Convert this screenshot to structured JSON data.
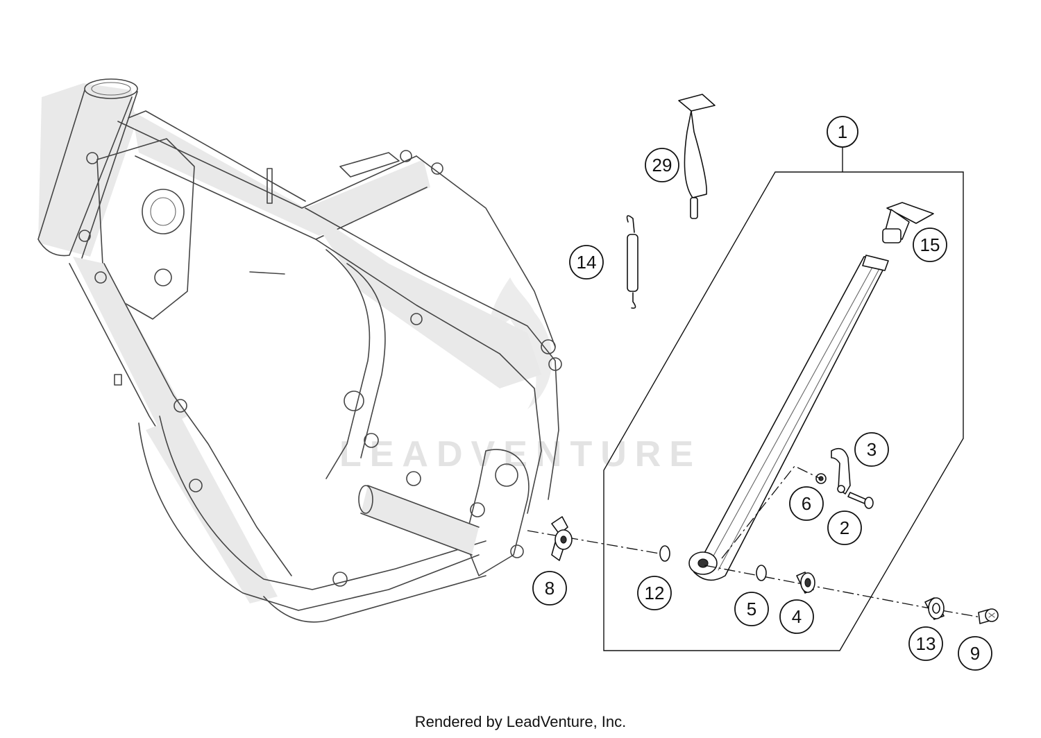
{
  "watermark": {
    "text": "LEADVENTURE"
  },
  "footer": {
    "credit": "Rendered by LeadVenture, Inc."
  },
  "callouts": {
    "c1": "1",
    "c2": "2",
    "c3": "3",
    "c4": "4",
    "c5": "5",
    "c6": "6",
    "c8": "8",
    "c9": "9",
    "c12": "12",
    "c13": "13",
    "c14": "14",
    "c15": "15",
    "c29": "29"
  }
}
